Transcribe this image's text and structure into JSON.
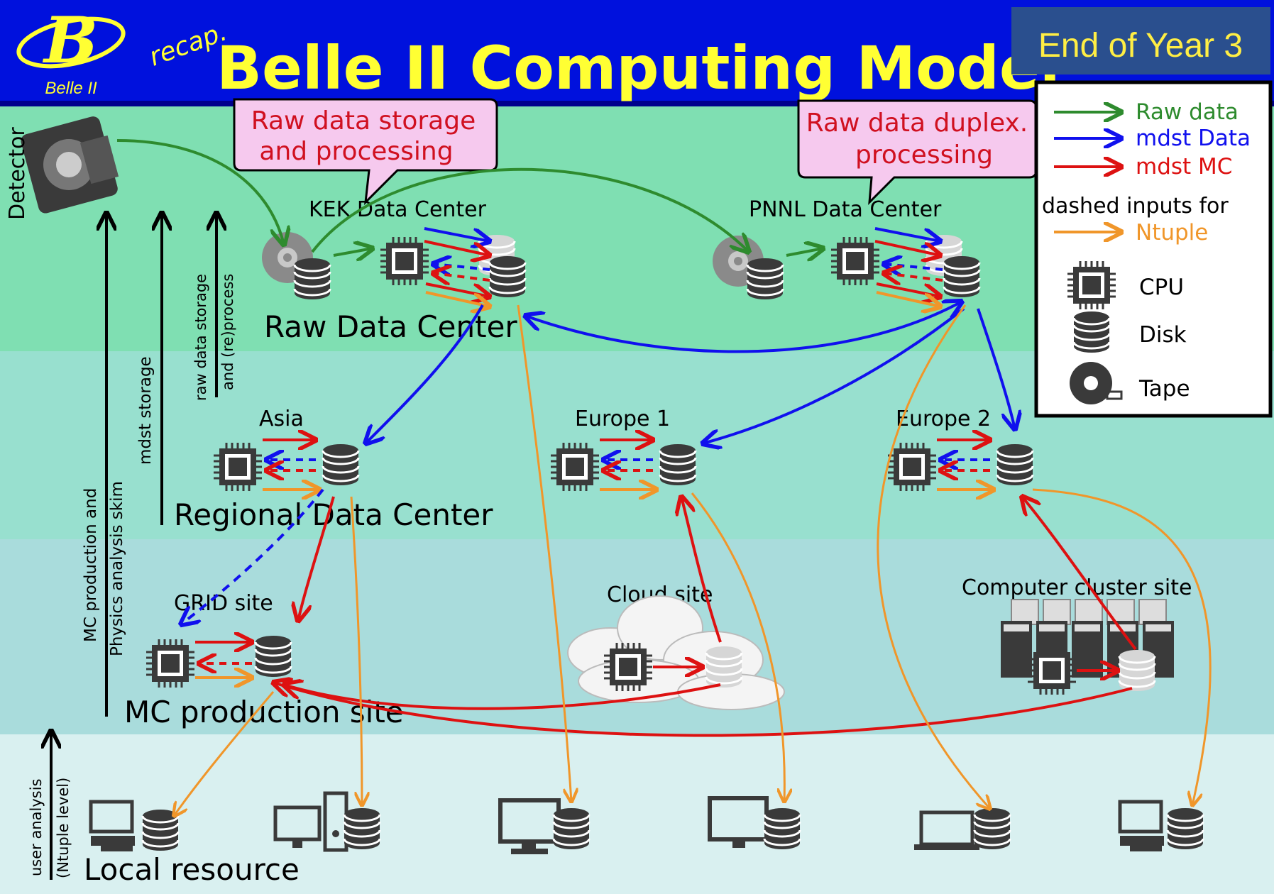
{
  "header": {
    "logo_letter": "B",
    "logo_caption": "Belle II",
    "recap": "recap.",
    "title": "Belle II Computing Model",
    "badge": "End of Year 3",
    "colors": {
      "bar": "#0011dd",
      "title": "#ffff33",
      "badge_bg": "#2a4f8e",
      "badge_text": "#ffee44"
    }
  },
  "bands": {
    "colors": [
      "#7fdfb2",
      "#98e0cf",
      "#a9dcdc",
      "#d9f0f0"
    ]
  },
  "callouts": {
    "kek": [
      "Raw data storage",
      "and processing"
    ],
    "pnnl": [
      "Raw data duplex.",
      "processing"
    ]
  },
  "labels": {
    "detector": "Detector",
    "kek_dc": "KEK Data Center",
    "pnnl_dc": "PNNL Data Center",
    "raw_data_center": "Raw Data Center",
    "asia": "Asia",
    "europe1": "Europe 1",
    "europe2": "Europe 2",
    "regional_data_center": "Regional Data Center",
    "grid_site": "GRID site",
    "cloud_site": "Cloud site",
    "cluster_site": "Computer cluster site",
    "mc_production_site": "MC production site",
    "local_resource": "Local resource"
  },
  "vertical_labels": {
    "raw_storage": [
      "raw data storage",
      "and (re)process"
    ],
    "mdst_storage": "mdst storage",
    "mc_production": [
      "MC production and",
      "Physics analysis skim"
    ],
    "user_analysis": [
      "user analysis",
      "(Ntuple level)"
    ]
  },
  "legend": {
    "raw_data": "Raw data",
    "mdst_data": "mdst Data",
    "mdst_mc": "mdst MC",
    "dashed": "dashed inputs for",
    "ntuple": "Ntuple",
    "cpu": "CPU",
    "disk": "Disk",
    "tape": "Tape",
    "colors": {
      "raw": "#2e8b2e",
      "mdst_data": "#1010ee",
      "mdst_mc": "#dd1111",
      "ntuple": "#f0962a"
    }
  }
}
